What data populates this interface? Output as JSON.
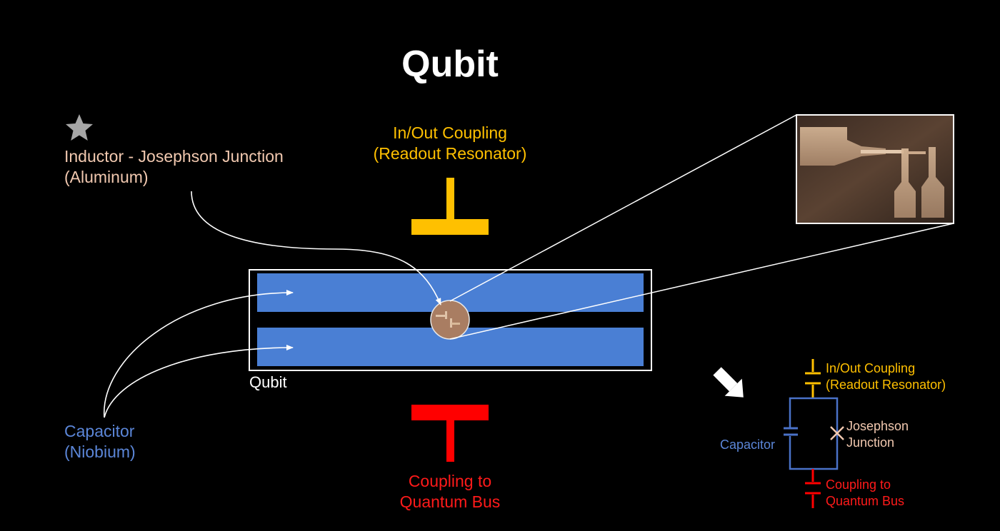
{
  "title": "Qubit",
  "colors": {
    "background": "#000000",
    "inductor_label": "#f2c9b0",
    "inout_label": "#ffc000",
    "capacitor_label": "#5b86d8",
    "coupling_label": "#ff1a1a",
    "qubit_pad": "#4a7fd4",
    "junction": "#a97d62",
    "schematic_outline": "#4a72c8"
  },
  "labels": {
    "inductor": {
      "line1": "Inductor - Josephson Junction",
      "line2": "(Aluminum)"
    },
    "inout": {
      "line1": "In/Out Coupling",
      "line2": "(Readout Resonator)"
    },
    "capacitor": {
      "line1": "Capacitor",
      "line2": "(Niobium)"
    },
    "qubit": "Qubit",
    "coupling": {
      "line1": "Coupling to",
      "line2": "Quantum Bus"
    }
  },
  "schematic": {
    "inout": {
      "line1": "In/Out Coupling",
      "line2": "(Readout Resonator)"
    },
    "capacitor": "Capacitor",
    "junction": {
      "line1": "Josephson",
      "line2": "Junction"
    },
    "coupling": {
      "line1": "Coupling to",
      "line2": "Quantum Bus"
    }
  },
  "icons": {
    "star": "star-icon",
    "arrow": "down-right-arrow-icon"
  }
}
